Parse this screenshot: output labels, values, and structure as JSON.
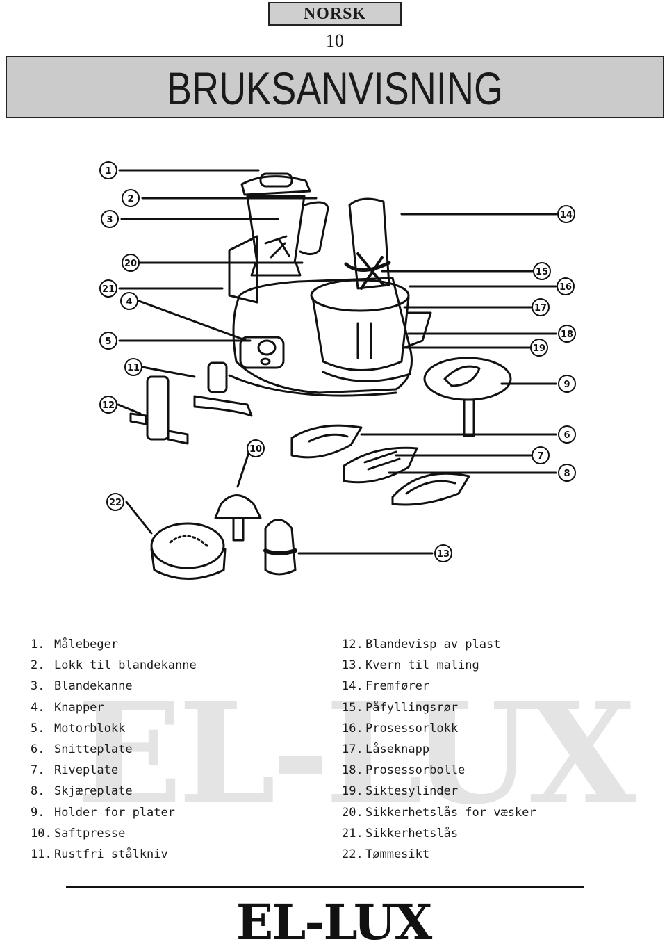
{
  "header": {
    "language_tab": "NORSK",
    "page_number": "10",
    "title": "BRUKSANVISNING"
  },
  "diagram": {
    "callouts": [
      "1",
      "2",
      "3",
      "4",
      "5",
      "6",
      "7",
      "8",
      "9",
      "10",
      "11",
      "12",
      "13",
      "14",
      "15",
      "16",
      "17",
      "18",
      "19",
      "20",
      "21",
      "22"
    ]
  },
  "watermark": "EL-LUX",
  "parts_left": [
    {
      "num": "1.",
      "label": "Målebeger"
    },
    {
      "num": "2.",
      "label": "Lokk til blandekanne"
    },
    {
      "num": "3.",
      "label": "Blandekanne"
    },
    {
      "num": "4.",
      "label": "Knapper"
    },
    {
      "num": "5.",
      "label": "Motorblokk"
    },
    {
      "num": "6.",
      "label": "Snitteplate"
    },
    {
      "num": "7.",
      "label": "Riveplate"
    },
    {
      "num": "8.",
      "label": "Skjæreplate"
    },
    {
      "num": "9.",
      "label": "Holder for plater"
    },
    {
      "num": "10.",
      "label": "Saftpresse"
    },
    {
      "num": "11.",
      "label": "Rustfri stålkniv"
    }
  ],
  "parts_right": [
    {
      "num": "12.",
      "label": "Blandevisp av plast"
    },
    {
      "num": "13.",
      "label": "Kvern til maling"
    },
    {
      "num": "14.",
      "label": "Fremfører"
    },
    {
      "num": "15.",
      "label": "Påfyllingsrør"
    },
    {
      "num": "16.",
      "label": "Prosessorlokk"
    },
    {
      "num": "17.",
      "label": "Låseknapp"
    },
    {
      "num": "18.",
      "label": "Prosessorbolle"
    },
    {
      "num": "19.",
      "label": "Siktesylinder"
    },
    {
      "num": "20.",
      "label": "Sikkerhetslås for væsker"
    },
    {
      "num": "21.",
      "label": "Sikkerhetslås"
    },
    {
      "num": "22.",
      "label": "Tømmesikt"
    }
  ],
  "footer": {
    "logo": "EL-LUX"
  }
}
